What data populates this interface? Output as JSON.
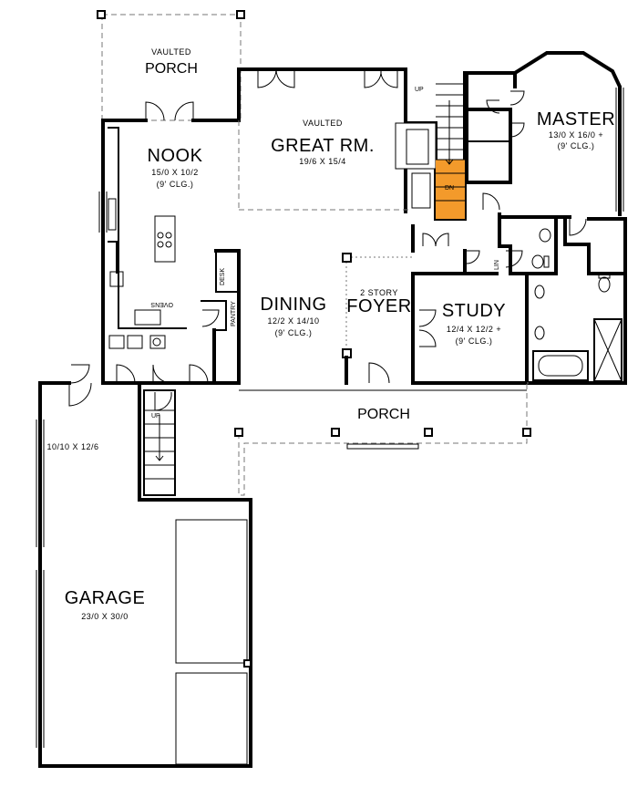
{
  "rooms": {
    "porch_top": {
      "note": "VAULTED",
      "name": "PORCH"
    },
    "nook": {
      "name": "NOOK",
      "size": "15/0 X 10/2",
      "clg": "(9' CLG.)"
    },
    "great": {
      "note": "VAULTED",
      "name": "GREAT RM.",
      "size": "19/6 X 15/4"
    },
    "master": {
      "name": "MASTER",
      "size": "13/0 X 16/0 +",
      "clg": "(9' CLG.)"
    },
    "dining": {
      "name": "DINING",
      "size": "12/2  X 14/10",
      "clg": "(9' CLG.)"
    },
    "foyer": {
      "note": "2 STORY",
      "name": "FOYER"
    },
    "study": {
      "name": "STUDY",
      "size": "12/4 X 12/2 +",
      "clg": "(9' CLG.)"
    },
    "porch_front": {
      "name": "PORCH"
    },
    "garage_side": {
      "size": "10/10 X 12/6"
    },
    "garage": {
      "name": "GARAGE",
      "size": "23/0 X 30/0"
    }
  },
  "tags": {
    "desk": "DESK",
    "pantry": "PANTRY",
    "ovens": "OVENS",
    "up_top": "UP",
    "up_garage": "UP",
    "dn": "DN",
    "lin": "LIN"
  },
  "colors": {
    "stair_highlight": "#F39A2B"
  }
}
